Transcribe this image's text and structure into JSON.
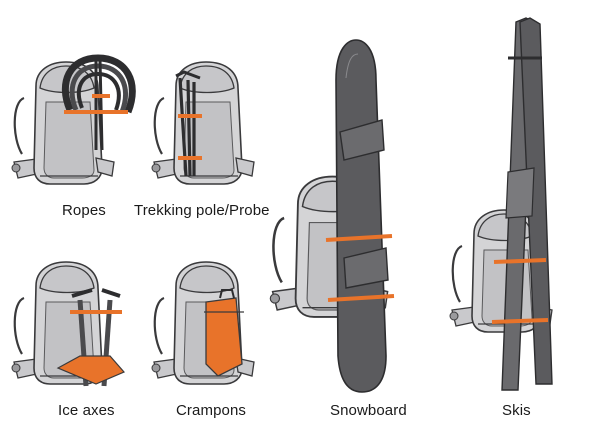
{
  "colors": {
    "pack_fill": "#d4d4d6",
    "pack_shade": "#b9b9bc",
    "outline": "#3a3a3c",
    "strap": "#e8732a",
    "board": "#5b5b5e",
    "ski": "#6a6a6d",
    "dark": "#2d2d2f"
  },
  "panels": [
    {
      "id": "ropes",
      "label": "Ropes",
      "icon": "rope-coil-icon"
    },
    {
      "id": "trekking",
      "label": "Trekking pole/Probe",
      "icon": "trekking-pole-icon"
    },
    {
      "id": "iceaxes",
      "label": "Ice axes",
      "icon": "ice-axe-icon"
    },
    {
      "id": "crampons",
      "label": "Crampons",
      "icon": "crampon-bag-icon"
    },
    {
      "id": "snowboard",
      "label": "Snowboard",
      "icon": "snowboard-icon"
    },
    {
      "id": "skis",
      "label": "Skis",
      "icon": "skis-icon"
    }
  ]
}
